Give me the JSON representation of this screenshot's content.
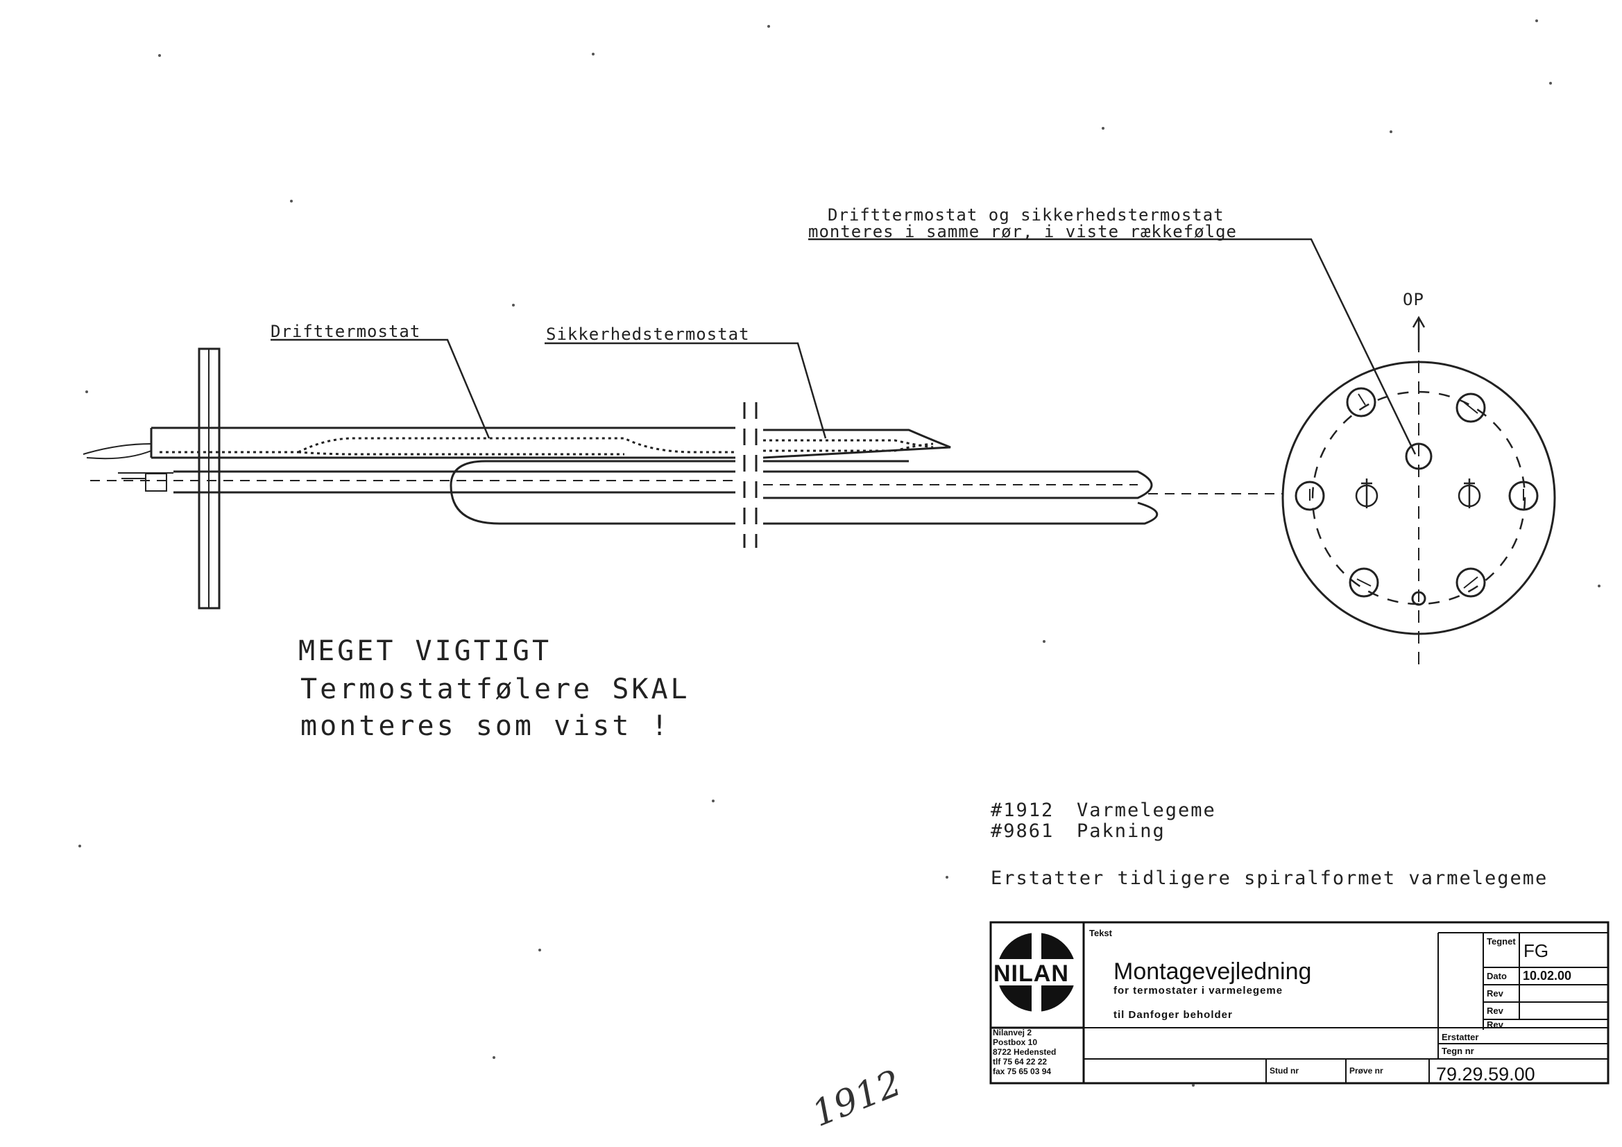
{
  "labels": {
    "combined_note_line1": "Drifttermostat og sikkerhedstermostat",
    "combined_note_line2": "monteres i samme rør, i viste rækkefølge",
    "drift_label": "Drifttermostat",
    "sikkerhed_label": "Sikkerhedstermostat",
    "up_label": "OP"
  },
  "warning": {
    "line1": "MEGET VIGTIGT",
    "line2": "Termostatfølere SKAL",
    "line3": "monteres som vist !"
  },
  "parts": [
    {
      "number": "#1912",
      "description": "Varmelegeme"
    },
    {
      "number": "#9861",
      "description": "Pakning"
    }
  ],
  "replacement_note": "Erstatter tidligere spiralformet varmelegeme",
  "title_block": {
    "logo": "NILAN",
    "field_label_tekst": "Tekst",
    "title": "Montagevejledning",
    "subtitle": "for termostater i varmelegeme",
    "subtitle2": "til Danfoger beholder",
    "address": [
      "Nilanvej 2",
      "Postbox 10",
      "8722 Hedensted",
      "tlf 75 64 22 22",
      "fax 75 65 03 94"
    ],
    "label_tegnet": "Tegnet",
    "tegnet_value": "FG",
    "label_dato": "Dato",
    "dato_value": "10.02.00",
    "label_rev": "Rev",
    "label_erstatter": "Erstatter",
    "label_tegn_nr": "Tegn nr",
    "drawing_number": "79.29.59.00",
    "label_stud": "Stud nr",
    "label_prove": "Prøve nr"
  },
  "handwritten_note": "1912"
}
